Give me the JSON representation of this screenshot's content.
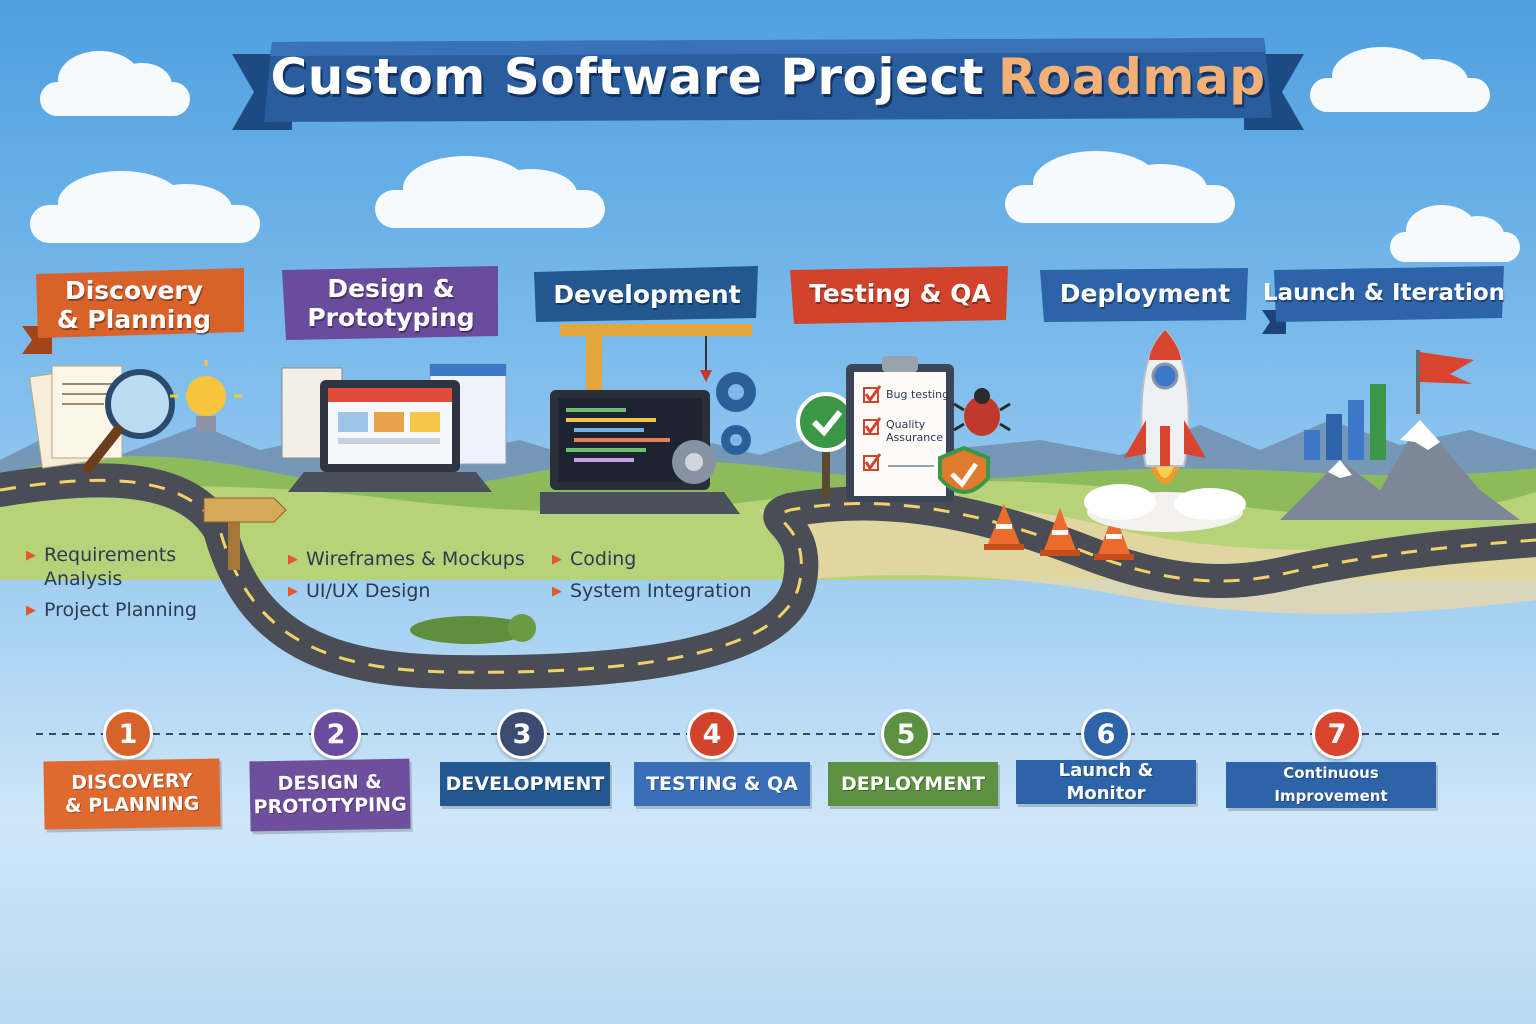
{
  "title": {
    "main": "Custom Software Project",
    "accent": "Roadmap"
  },
  "colors": {
    "orange": "#d9622b",
    "purple": "#6a4c9c",
    "navy": "#23578f",
    "red": "#d2432c",
    "green": "#5b9141",
    "blue": "#2d63a8",
    "road": "#4a4d55"
  },
  "phases": [
    {
      "label": "Discovery & Planning",
      "line1": "Discovery",
      "line2": "& Planning",
      "icon": "magnifier-icon"
    },
    {
      "label": "Design & Prototyping",
      "line1": "Design &",
      "line2": "Prototyping",
      "icon": "laptop-wireframe-icon"
    },
    {
      "label": "Development",
      "line1": "Development",
      "line2": "",
      "icon": "code-laptop-icon"
    },
    {
      "label": "Testing & QA",
      "line1": "Testing & QA",
      "line2": "",
      "icon": "clipboard-check-icon"
    },
    {
      "label": "Deployment",
      "line1": "Deployment",
      "line2": "",
      "icon": "rocket-icon"
    },
    {
      "label": "Launch & Iteration",
      "line1": "Launch & Iteration",
      "line2": "",
      "icon": "flag-mountain-icon"
    }
  ],
  "bullets": {
    "discovery": [
      "Requirements Analysis",
      "Project Planning"
    ],
    "design": [
      "Wireframes & Mockups",
      "UI/UX Design"
    ],
    "development": [
      "Coding",
      "System Integration"
    ]
  },
  "clipboard": {
    "items": [
      "Bug testing",
      "Quality Assurance"
    ]
  },
  "timeline": [
    {
      "num": "1",
      "line1": "DISCOVERY",
      "line2": "& PLANNING"
    },
    {
      "num": "2",
      "line1": "DESIGN &",
      "line2": "PROTOTYPING"
    },
    {
      "num": "3",
      "line1": "DEVELOPMENT",
      "line2": ""
    },
    {
      "num": "4",
      "line1": "TESTING & QA",
      "line2": ""
    },
    {
      "num": "5",
      "line1": "DEPLOYMENT",
      "line2": ""
    },
    {
      "num": "6",
      "line1": "Launch & Monitor",
      "line2": ""
    },
    {
      "num": "7",
      "line1": "Continuous Improvement",
      "line2": ""
    }
  ]
}
